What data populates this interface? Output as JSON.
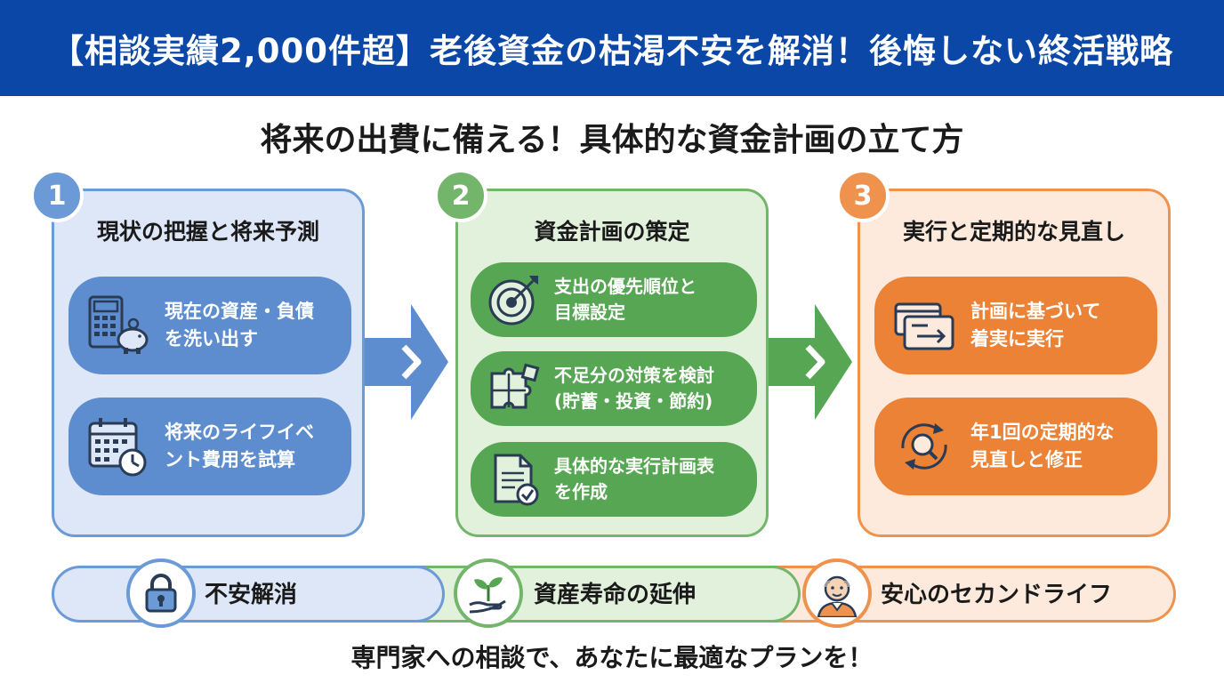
{
  "header": {
    "title": "【相談実績2,000件超】老後資金の枯渇不安を解消！後悔しない終活戦略"
  },
  "subtitle": "将来の出費に備える！具体的な資金計画の立て方",
  "steps": [
    {
      "number": "1",
      "title": "現状の把握と将来予測",
      "color": "#6b9ad6",
      "items": [
        {
          "icon": "calculator-piggy-bank-icon",
          "text": "現在の資産・負債\nを洗い出す"
        },
        {
          "icon": "calendar-clock-icon",
          "text": "将来のライフイベ\nント費用を試算"
        }
      ]
    },
    {
      "number": "2",
      "title": "資金計画の策定",
      "color": "#72b56b",
      "items": [
        {
          "icon": "target-arrow-icon",
          "text": "支出の優先順位と\n目標設定"
        },
        {
          "icon": "puzzle-icon",
          "text": "不足分の対策を検討\n(貯蓄・投資・節約)"
        },
        {
          "icon": "document-check-icon",
          "text": "具体的な実行計画表\nを作成"
        }
      ]
    },
    {
      "number": "3",
      "title": "実行と定期的な見直し",
      "color": "#ef924d",
      "items": [
        {
          "icon": "card-arrow-icon",
          "text": "計画に基づいて\n着実に実行"
        },
        {
          "icon": "magnifier-cycle-icon",
          "text": "年1回の定期的な\n見直しと修正"
        }
      ]
    }
  ],
  "benefits": [
    {
      "icon": "padlock-icon",
      "label": "不安解消"
    },
    {
      "icon": "sprout-hand-icon",
      "label": "資産寿命の延伸"
    },
    {
      "icon": "senior-person-icon",
      "label": "安心のセカンドライフ"
    }
  ],
  "footer": "専門家への相談で、あなたに最適なプランを！",
  "colors": {
    "banner": "#0b47a6",
    "blue": "#6b9ad6",
    "green": "#72b56b",
    "orange": "#ef924d"
  }
}
